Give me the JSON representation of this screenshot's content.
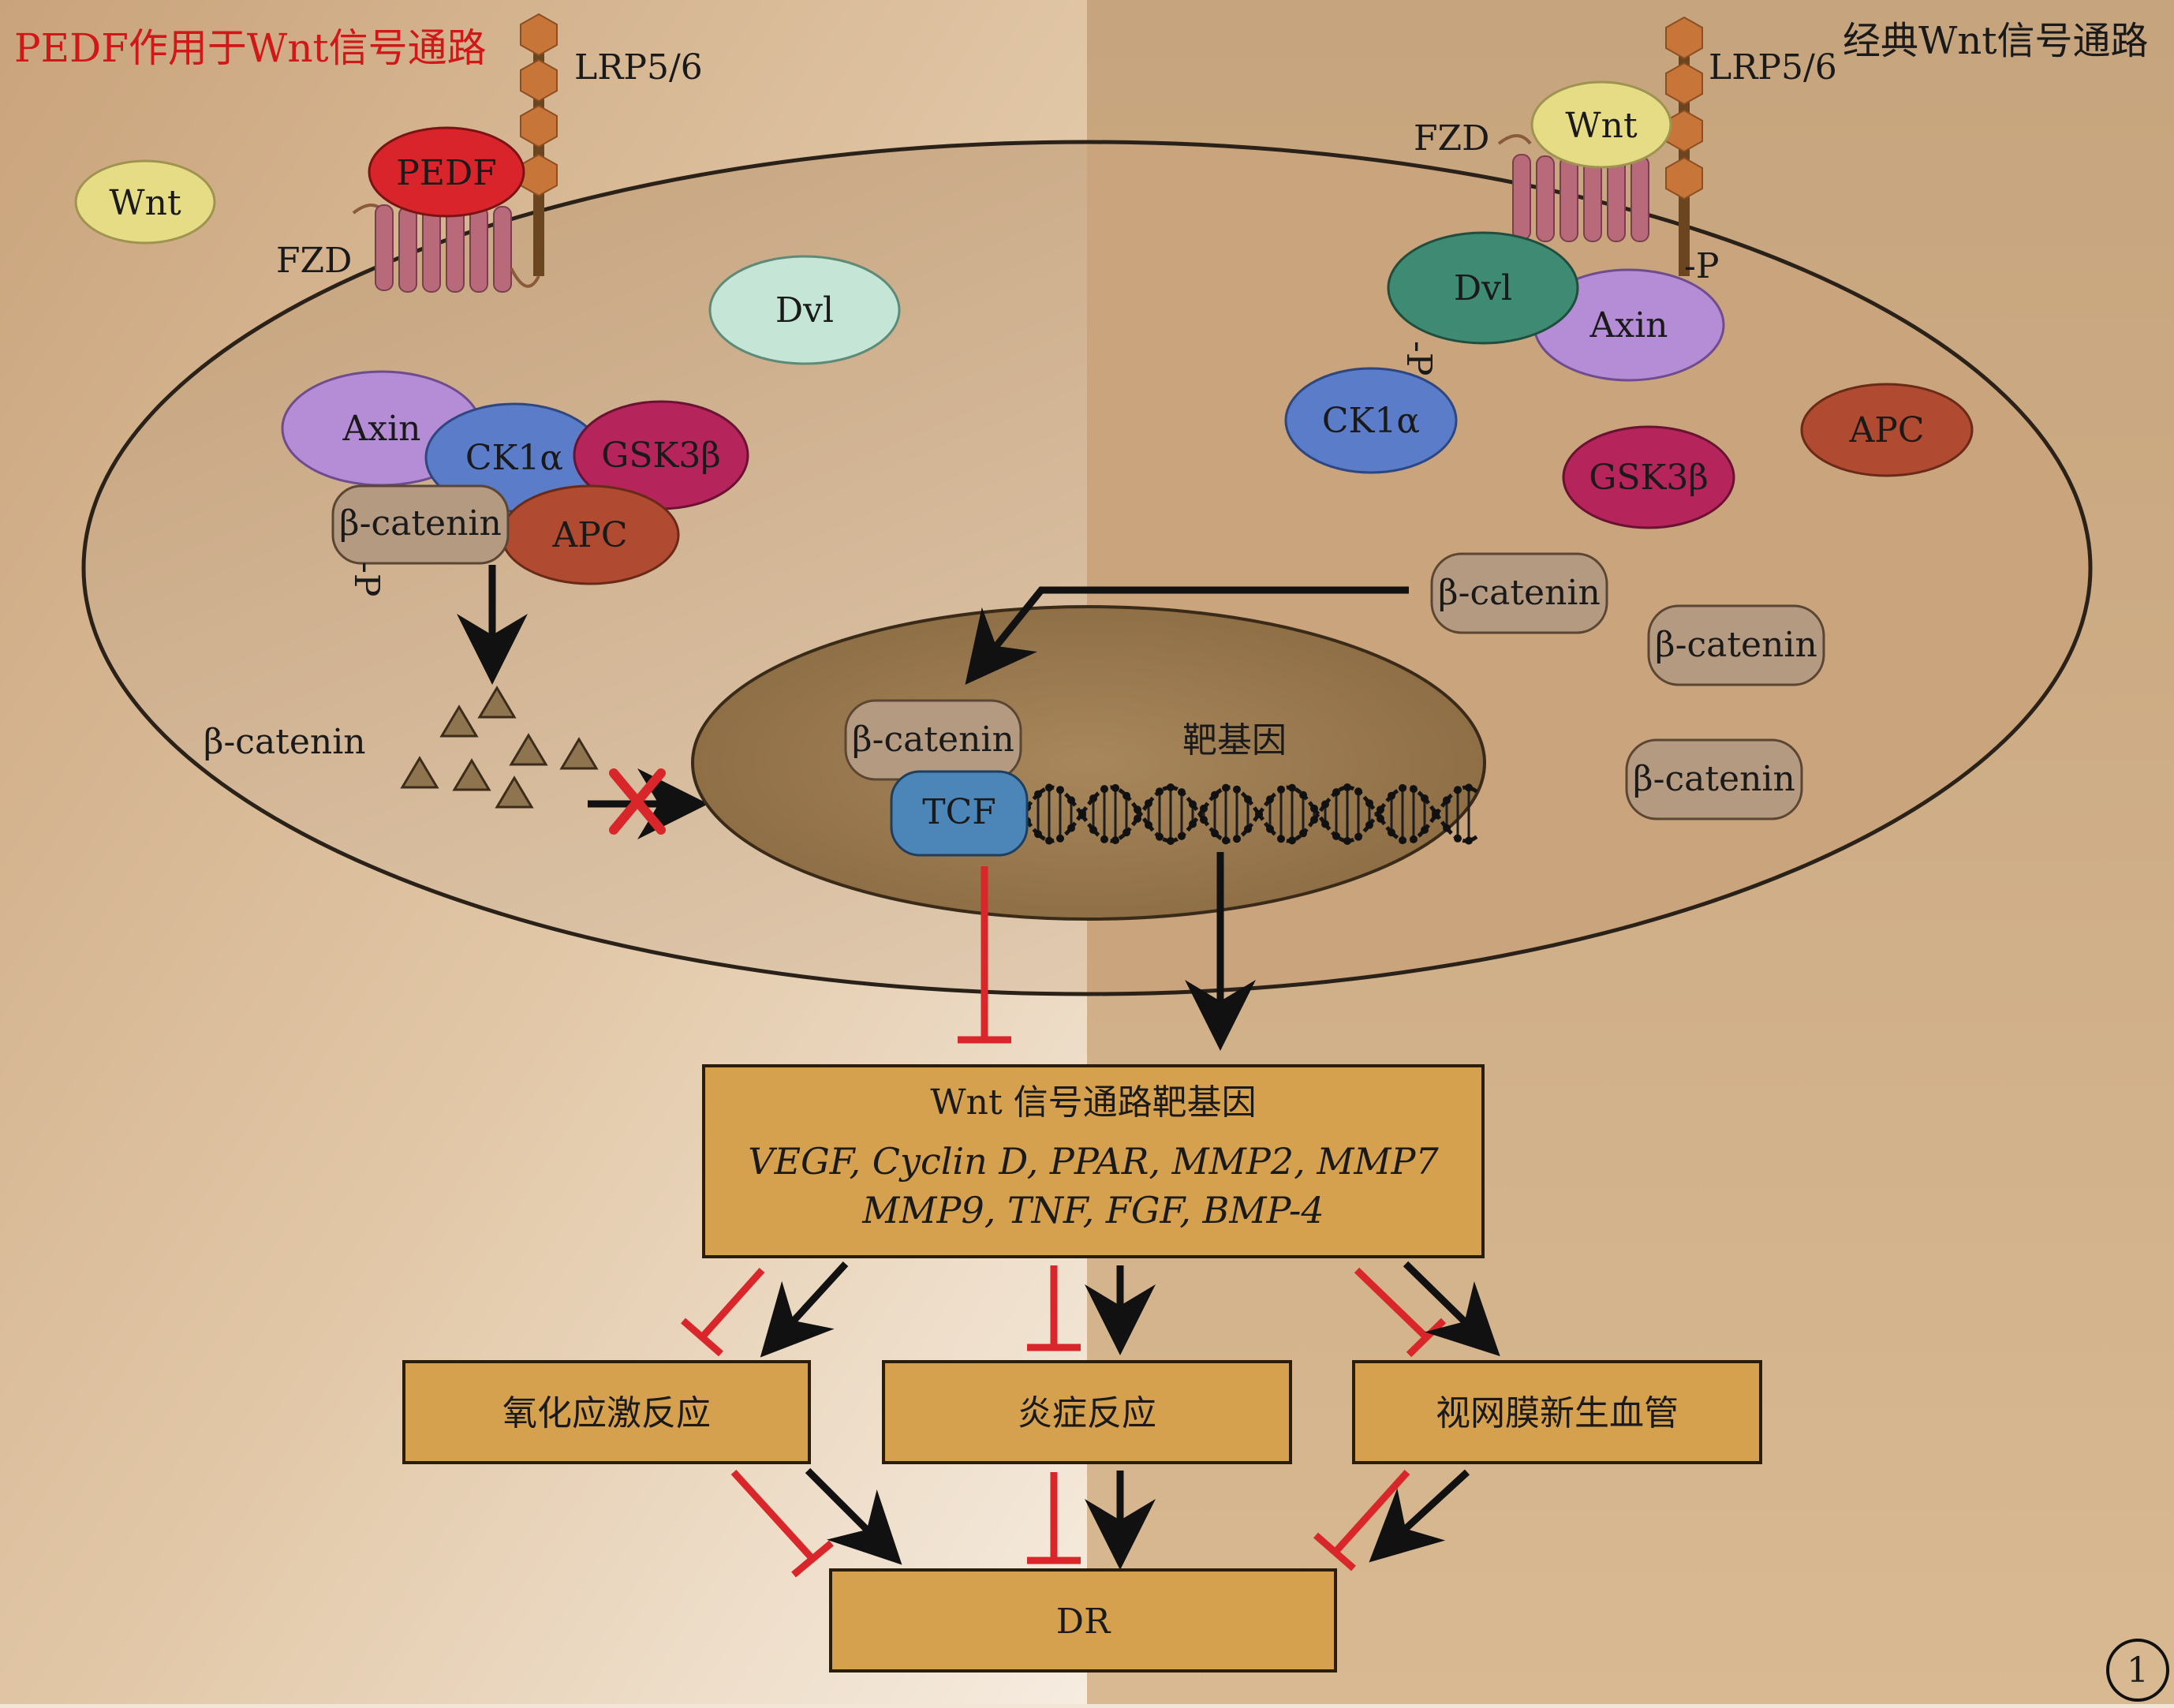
{
  "titles": {
    "left": "PEDF作用于Wnt信号通路",
    "right": "经典Wnt信号通路"
  },
  "left_side": {
    "wnt": "Wnt",
    "pedf": "PEDF",
    "fzd": "FZD",
    "lrp": "LRP5/6",
    "dvl": "Dvl",
    "axin": "Axin",
    "ck1a": "CK1α",
    "gsk3b": "GSK3β",
    "bcatenin": "β-catenin",
    "apc": "APC",
    "phospho": "-P",
    "degraded_label": "β-catenin"
  },
  "right_side": {
    "wnt": "Wnt",
    "fzd": "FZD",
    "lrp": "LRP5/6",
    "lrp_phospho": "-P",
    "dvl": "Dvl",
    "dvl_phospho": "-P",
    "axin": "Axin",
    "ck1a": "CK1α",
    "apc": "APC",
    "gsk3b": "GSK3β",
    "bcatenin_1": "β-catenin",
    "bcatenin_2": "β-catenin",
    "bcatenin_3": "β-catenin"
  },
  "nucleus": {
    "bcatenin": "β-catenin",
    "tcf": "TCF",
    "target_gene": "靶基因"
  },
  "target_box": {
    "title": "Wnt 信号通路靶基因",
    "genes_line1": "VEGF, Cyclin D, PPAR, MMP2, MMP7",
    "genes_line2": "MMP9, TNF, FGF, BMP-4"
  },
  "outcomes": {
    "oxidative": "氧化应激反应",
    "inflammation": "炎症反应",
    "neovascular": "视网膜新生血管",
    "dr": "DR"
  },
  "figure_number": "1",
  "colors": {
    "inhibit": "#d8262b",
    "activate": "#111111",
    "box_fill": "#d6a14f",
    "wnt": "#e6dc86",
    "pedf": "#d9242c",
    "dvl_left": "#c5e6d7",
    "dvl_right": "#3f8a72",
    "axin": "#b58cd6",
    "ck1a": "#5a7cc9",
    "gsk3b": "#b5245a",
    "apc": "#b04a30",
    "bcatenin": "#b49a80",
    "tcf": "#4c86b8",
    "lrp_hex": "#c8753a",
    "fzd": "#b86a7a"
  }
}
